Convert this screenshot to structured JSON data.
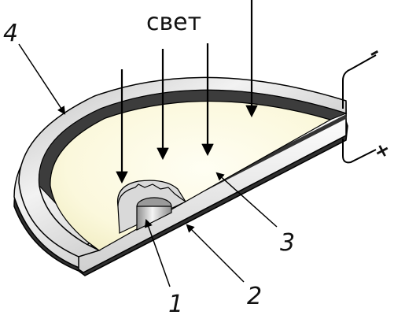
{
  "labels": {
    "light": "свет",
    "part_1": "1",
    "part_2": "2",
    "part_3": "3",
    "part_4": "4",
    "minus": "–",
    "plus": "+"
  },
  "colors": {
    "metal_light": "#e6e6e6",
    "metal_mid": "#b4b4b4",
    "metal_dark": "#6a6a6a",
    "dark_layer": "#3e3e3e",
    "semiconductor": "#fbf8dc",
    "outline": "#000000"
  }
}
